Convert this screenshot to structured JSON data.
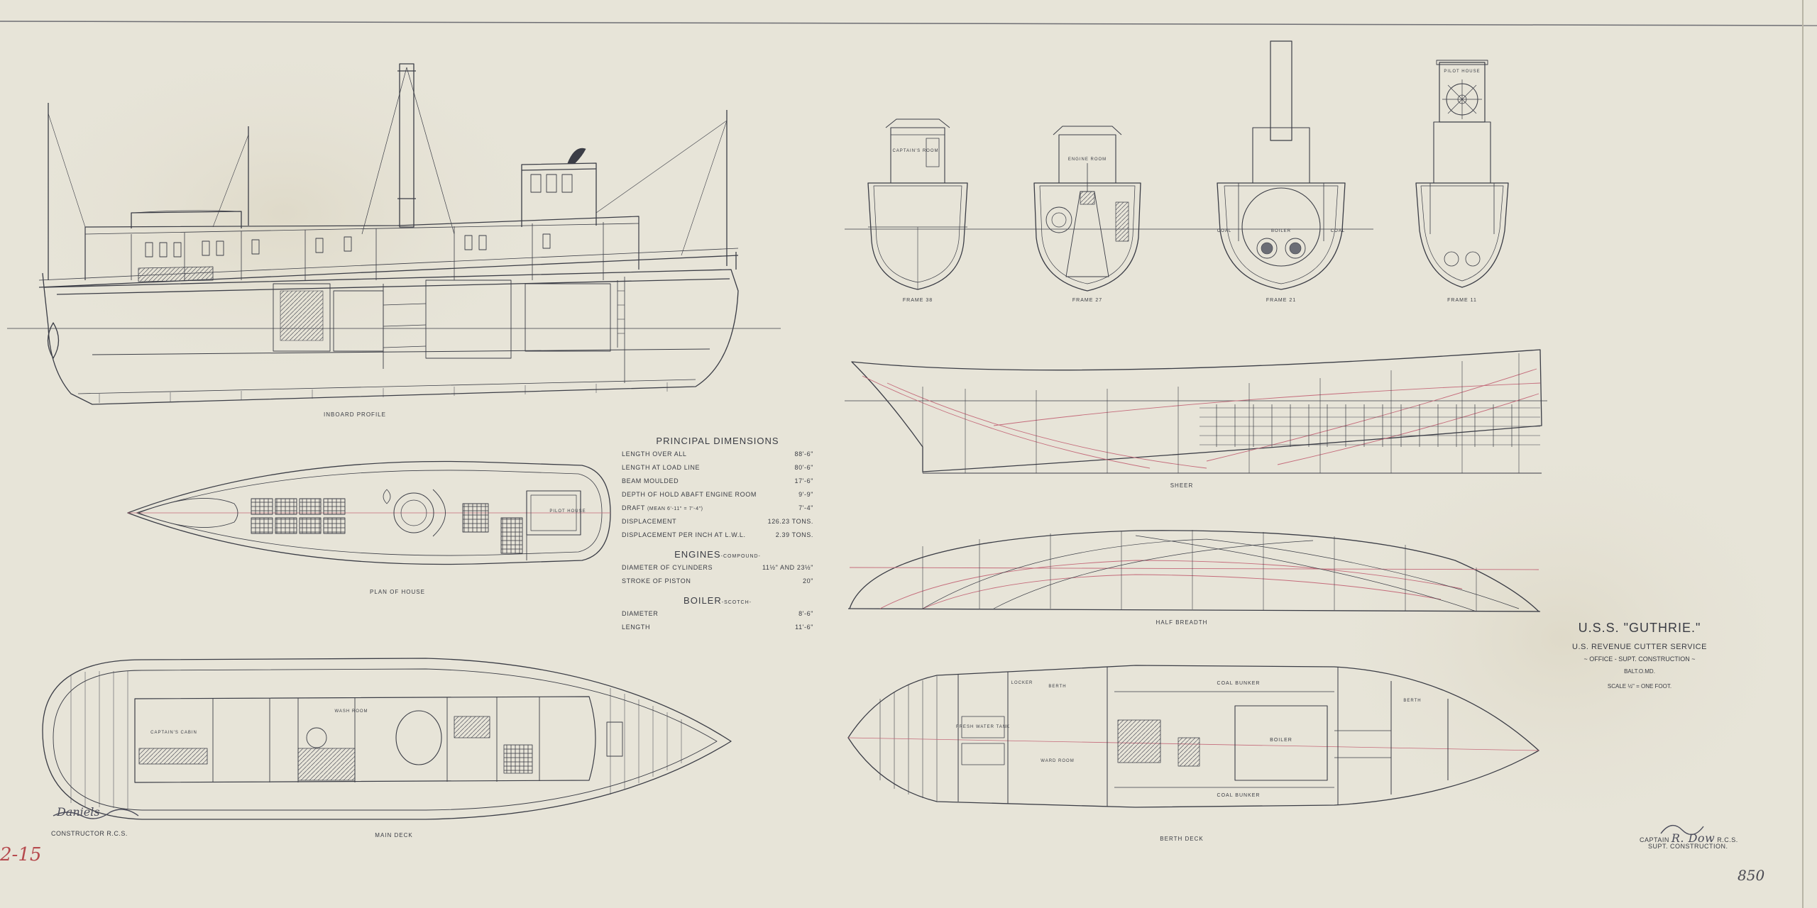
{
  "views": {
    "inboard_profile": "INBOARD PROFILE",
    "plan_house": "PLAN OF HOUSE",
    "main_deck": "MAIN DECK",
    "sheer": "SHEER",
    "half_breadth": "HALF BREADTH",
    "berth_deck": "BERTH DECK",
    "frames": [
      "FRAME 38",
      "FRAME 27",
      "FRAME 21",
      "FRAME 11"
    ]
  },
  "room_labels": {
    "captains_room": "CAPTAIN'S ROOM",
    "engine_room_sect": "ENGINE ROOM",
    "pilot_house": "PILOT HOUSE",
    "captains_cabin": "CAPTAIN'S CABIN",
    "wash_room": "WASH ROOM",
    "boiler": "BOILER",
    "coal_bunker": "COAL BUNKER",
    "ward_room": "WARD ROOM",
    "fresh_water_tank": "FRESH WATER TANK",
    "locker": "LOCKER",
    "berth": "BERTH",
    "coal": "COAL"
  },
  "dimensions": {
    "title": "PRINCIPAL DIMENSIONS",
    "rows": [
      {
        "label": "LENGTH OVER ALL",
        "value": "88'-6\""
      },
      {
        "label": "LENGTH AT LOAD LINE",
        "value": "80'-6\""
      },
      {
        "label": "BEAM MOULDED",
        "value": "17'-6\""
      },
      {
        "label": "DEPTH OF HOLD ABAFT ENGINE ROOM",
        "value": "9'-9\""
      },
      {
        "label": "DRAFT",
        "note": "(MEAN 6'-11\" = 7'-4\")",
        "value": "7'-4\""
      },
      {
        "label": "DISPLACEMENT",
        "value": "126.23 TONS."
      },
      {
        "label": "DISPLACEMENT PER INCH AT L.W.L.",
        "value": "2.39 TONS."
      }
    ],
    "engines_title": "ENGINES",
    "engines_sub": "-COMPOUND-",
    "engine_rows": [
      {
        "label": "DIAMETER OF CYLINDERS",
        "value": "11½\" AND 23½\""
      },
      {
        "label": "STROKE OF PISTON",
        "value": "20\""
      }
    ],
    "boiler_title": "BOILER",
    "boiler_sub": "-SCOTCH-",
    "boiler_rows": [
      {
        "label": "DIAMETER",
        "value": "8'-6\""
      },
      {
        "label": "LENGTH",
        "value": "11'-6\""
      }
    ]
  },
  "title_block": {
    "name": "U.S.S. \"GUTHRIE.\"",
    "service": "U.S. REVENUE CUTTER SERVICE",
    "office": "~ OFFICE - SUPT. CONSTRUCTION ~",
    "place": "BALT.O.MD.",
    "scale": "SCALE ½\" = ONE FOOT."
  },
  "signatures": {
    "left_name": "Daniels",
    "left_title": "CONSTRUCTOR R.C.S.",
    "right_prefix": "CAPTAIN",
    "right_name": "R. Dow",
    "right_suffix": "R.C.S.",
    "right_title": "SUPT. CONSTRUCTION."
  },
  "annotations": {
    "red_note": "2-15",
    "sheet_number": "850"
  },
  "colors": {
    "paper": "#e7e4d8",
    "ink": "#3a3c44",
    "red_line": "#c46a7a"
  }
}
